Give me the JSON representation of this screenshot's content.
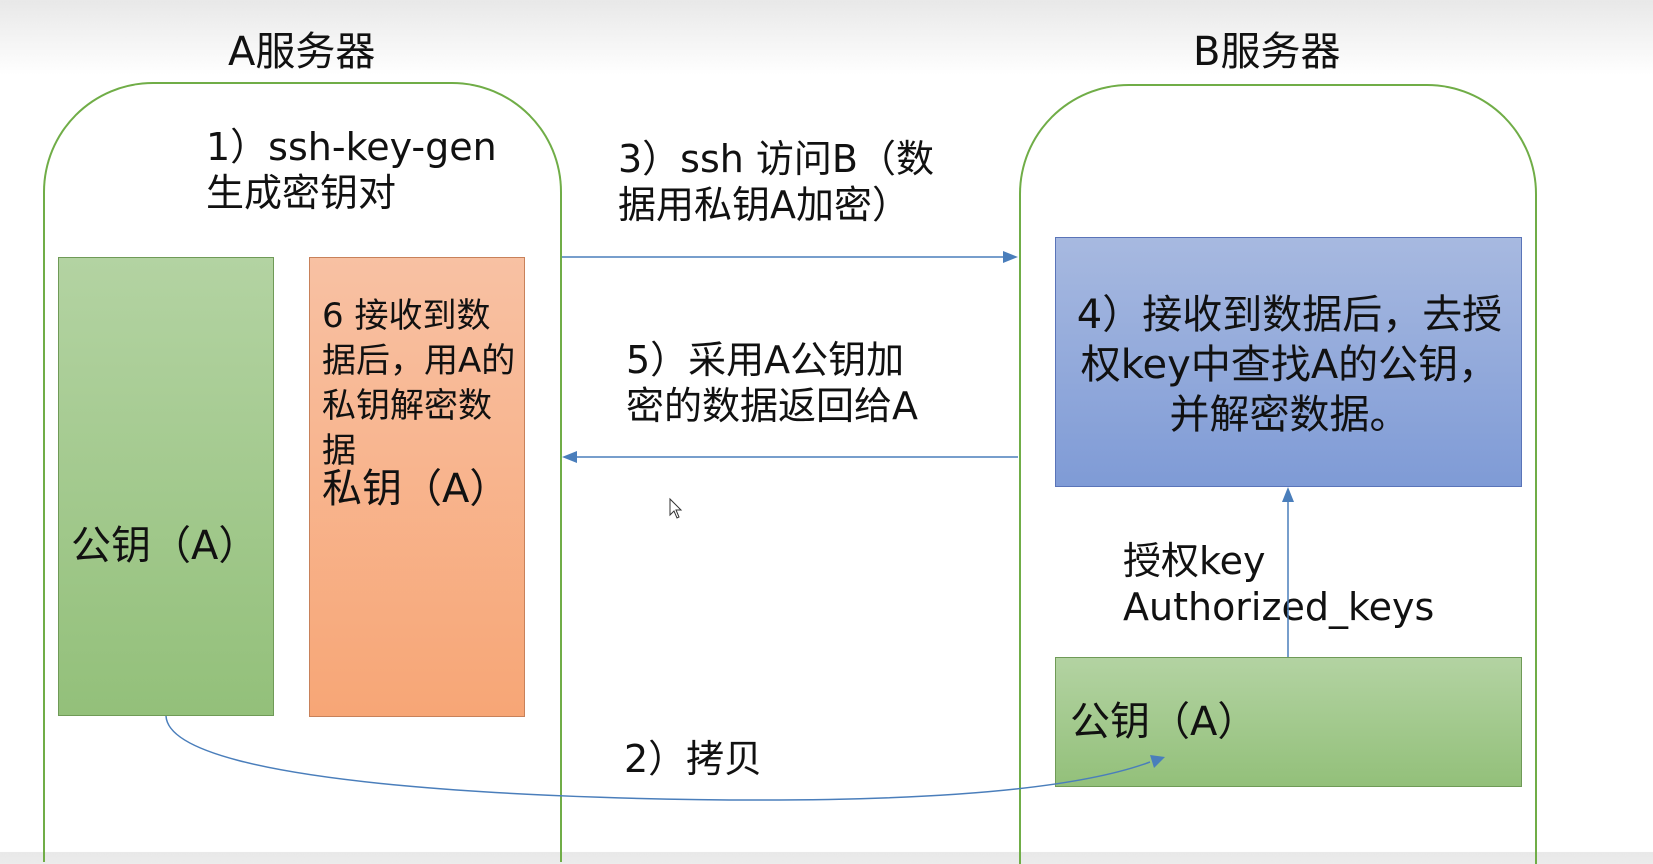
{
  "server_a": {
    "title": "A服务器",
    "step1_line1": "1）ssh-key-gen",
    "step1_line2": "生成密钥对",
    "public_key_box": "公钥（A）",
    "private_key_box": {
      "step6_lines": [
        "6 接收到数",
        "据后，用A的",
        "私钥解密数",
        "据"
      ],
      "label": "私钥（A）"
    }
  },
  "server_b": {
    "title": "B服务器",
    "step4_lines": [
      "4）接收到数据后，去授",
      "权key中查找A的公钥，",
      "并解密数据。"
    ],
    "auth_label_line1": "授权key",
    "auth_label_line2": "Authorized_keys",
    "public_key_box": "公钥（A）"
  },
  "flows": {
    "step3_line1": "3）ssh 访问B（数",
    "step3_line2": "据用私钥A加密）",
    "step5_line1": "5）采用A公钥加",
    "step5_line2": "密的数据返回给A",
    "step2": "2）拷贝"
  },
  "colors": {
    "server_border": "#70ad47",
    "public_key_fill": "#a9cd94",
    "private_key_fill": "#f8b18c",
    "process_fill": "#8fa8dc",
    "arrow": "#4a7ebb"
  }
}
